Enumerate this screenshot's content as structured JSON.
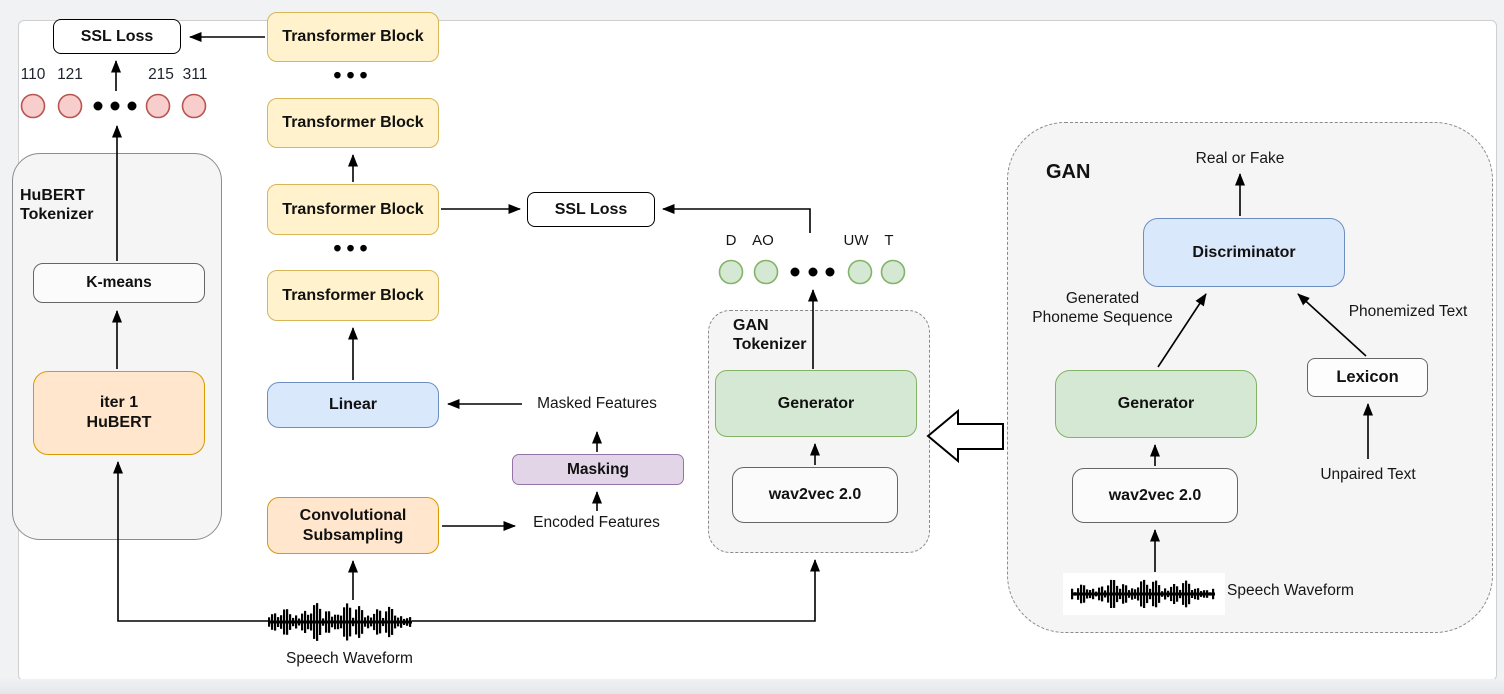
{
  "diagram": {
    "boxes": {
      "ssl_loss_top": "SSL Loss",
      "ssl_loss_mid": "SSL Loss",
      "transformer_block": "Transformer Block",
      "linear": "Linear",
      "masking": "Masking",
      "conv_subsampling": "Convolutional\nSubsampling",
      "kmeans": "K-means",
      "iter1_hubert": "iter 1\nHuBERT",
      "generator": "Generator",
      "wav2vec": "wav2vec 2.0",
      "discriminator": "Discriminator",
      "lexicon": "Lexicon"
    },
    "containers": {
      "hubert_tokenizer": "HuBERT\nTokenizer",
      "gan_tokenizer": "GAN\nTokenizer",
      "gan": "GAN"
    },
    "annotations": {
      "masked_features": "Masked Features",
      "encoded_features": "Encoded Features",
      "speech_waveform": "Speech Waveform",
      "real_or_fake": "Real or Fake",
      "generated_phoneme_sequence": "Generated\nPhoneme Sequence",
      "phonemized_text": "Phonemized Text",
      "unpaired_text": "Unpaired Text",
      "ellipsis": "•••"
    },
    "cluster_ids": [
      "110",
      "121",
      "215",
      "311"
    ],
    "phonemes": [
      "D",
      "AO",
      "UW",
      "T"
    ],
    "colors": {
      "yellow_fill": "#fff2cc",
      "yellow_border": "#d6b656",
      "blue_fill": "#dae8fc",
      "blue_border": "#6c8ebf",
      "green_fill": "#d5e8d4",
      "green_border": "#82b366",
      "orange_fill": "#ffe6cc",
      "orange_border": "#d79b00",
      "purple_fill": "#e1d5e7",
      "purple_border": "#9673a6",
      "red_circle_fill": "#f8cecc",
      "red_circle_border": "#b85450",
      "container_fill": "#f5f5f5"
    }
  }
}
